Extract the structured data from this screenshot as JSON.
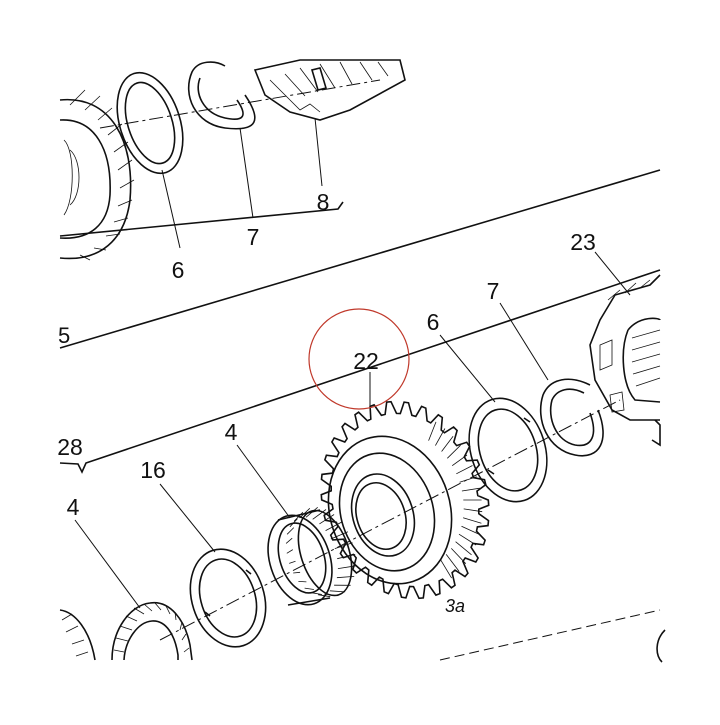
{
  "diagram": {
    "callouts": [
      {
        "id": "c6a",
        "text": "6"
      },
      {
        "id": "c7a",
        "text": "7"
      },
      {
        "id": "c8",
        "text": "8"
      },
      {
        "id": "c23",
        "text": "23"
      },
      {
        "id": "c7b",
        "text": "7"
      },
      {
        "id": "c6b",
        "text": "6"
      },
      {
        "id": "c22",
        "text": "22"
      },
      {
        "id": "c4a",
        "text": "4"
      },
      {
        "id": "c16",
        "text": "16"
      },
      {
        "id": "c4b",
        "text": "4"
      },
      {
        "id": "c28",
        "text": "28"
      }
    ],
    "edge_fragment": "5",
    "gear_mark": "3a",
    "highlight_color": "#c0392b",
    "line_color": "#111111"
  }
}
